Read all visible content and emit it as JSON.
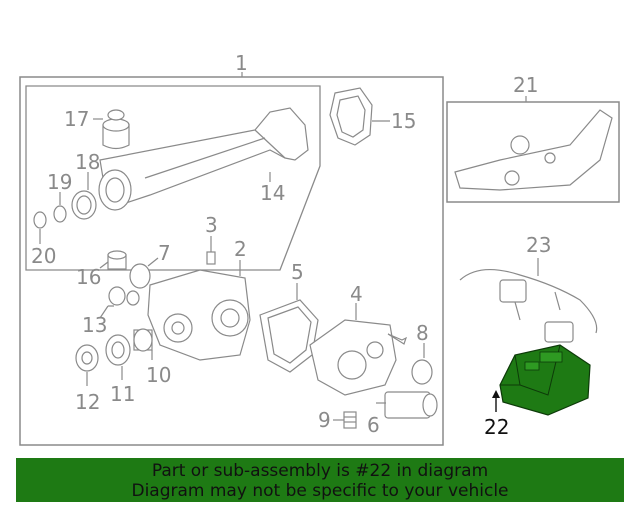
{
  "callouts": {
    "c1": "1",
    "c2": "2",
    "c3": "3",
    "c4": "4",
    "c5": "5",
    "c6": "6",
    "c7": "7",
    "c8": "8",
    "c9": "9",
    "c10": "10",
    "c11": "11",
    "c12": "12",
    "c13": "13",
    "c14": "14",
    "c15": "15",
    "c16": "16",
    "c17": "17",
    "c18": "18",
    "c19": "19",
    "c20": "20",
    "c21": "21",
    "c22": "22",
    "c23": "23"
  },
  "highlight": {
    "part": "22",
    "color": "#1e7a14"
  },
  "banner": {
    "line1": "Part or sub-assembly is #22 in diagram",
    "line2": "Diagram may not be specific to your vehicle",
    "background": "#1e7a14"
  }
}
